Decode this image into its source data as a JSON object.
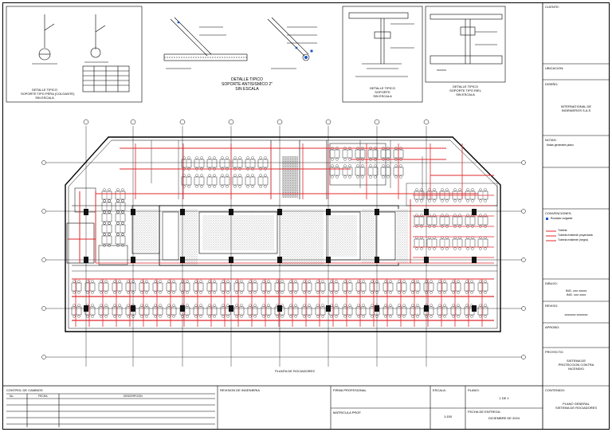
{
  "details": {
    "d1_caption": [
      "DETALLE TIPICO",
      "SOPORTE TIPO PERA (COLGANTE)",
      "SIN ESCALA"
    ],
    "d2_caption": [
      "DETALLE TIPICO",
      "SOPORTE ANTISISMICO 2\"",
      "SIN ESCALA"
    ],
    "d3_caption": [
      "DETALLE TIPICO",
      "SOPORTE",
      "SIN ESCALA"
    ],
    "d4_caption": [
      "DETALLE TIPICO",
      "SOPORTE TIPO RIEL",
      "SIN ESCALA"
    ]
  },
  "plan": {
    "caption": "PLANTA DE ROCIADORES"
  },
  "title_block": {
    "col1_label": "CLIENTE:",
    "col2_label": "UBICACION:",
    "designer_label": "DISEÑO:",
    "designer_value": [
      "INTERNATIONAL DE",
      "INGENIEROS S.A.S"
    ],
    "notes_label": "NOTAS:",
    "notes_item": "Notas generales plano",
    "legend_label": "CONVENCIONES:",
    "legend_items": [
      {
        "label": "Rociador colgante",
        "color": "#1a56c8"
      },
      {
        "label": "Tuberia",
        "color": "#e0282c"
      },
      {
        "label": "Tuberia existente proyectada",
        "color": "#e0282c"
      },
      {
        "label": "Tuberia existente (negra)",
        "color": "#e0282c"
      }
    ],
    "drew_label": "DIBUJO:",
    "drew_value": [
      "ING. xxx xxxxx",
      "ING. xxx xxxx"
    ],
    "review_label": "REVISO:",
    "review_value": "xxxxxxx xxxxxxx",
    "approve_label": "APROBO:",
    "project_label": "PROYECTO:",
    "project_value": [
      "SISTEMA DE",
      "PROTECCION CONTRA",
      "INCENDIO"
    ],
    "content_label": "CONTENIDO:",
    "content_value": [
      "PLANO GENERAL",
      "SISTEMA DE ROCIADORES"
    ]
  },
  "bottom_strip": {
    "revisions_label": "CONTROL DE CAMBIOS",
    "rev_headers": [
      "No.",
      "FECHA",
      "DESCRIPCION"
    ],
    "signatures_label": "REVISION DE INGENIERIA",
    "sign_label": "FIRMA PROFESIONAL",
    "matricula_label": "MATRICULA PROF.",
    "scale_label": "ESCALA:",
    "scale_value": "1:150",
    "plan_label": "PLANO:",
    "plan_value": "1 DE 1",
    "date_label": "FECHA DE ENTREGA:",
    "date_value": "DICIEMBRE DE 2024"
  },
  "colors": {
    "pipe": "#e0282c",
    "hatch": "#9a9a9a",
    "line": "#000000",
    "sprinkler": "#1a56c8"
  }
}
